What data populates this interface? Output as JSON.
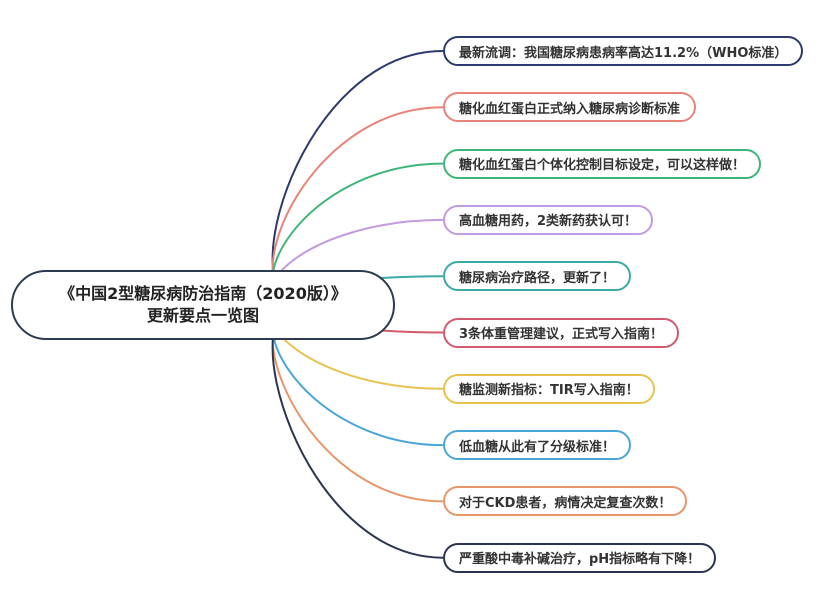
{
  "root": {
    "line1": "《中国2型糖尿病防治指南（2020版）》",
    "line2": "更新要点一览图"
  },
  "branches": [
    {
      "label": "最新流调：我国糖尿病患病率高达11.2%（WHO标准）",
      "color": "#2d3a6e"
    },
    {
      "label": "糖化血红蛋白正式纳入糖尿病诊断标准",
      "color": "#e8837a"
    },
    {
      "label": "糖化血红蛋白个体化控制目标设定，可以这样做！",
      "color": "#3fb57a"
    },
    {
      "label": "高血糖用药，2类新药获认可！",
      "color": "#c39be0"
    },
    {
      "label": "糖尿病治疗路径，更新了！",
      "color": "#3aa9a8"
    },
    {
      "label": "3条体重管理建议，正式写入指南！",
      "color": "#d25a6e"
    },
    {
      "label": "糖监测新指标：TIR写入指南！",
      "color": "#e8c24e"
    },
    {
      "label": "低血糖从此有了分级标准！",
      "color": "#4aa6d8"
    },
    {
      "label": "对于CKD患者，病情决定复查次数！",
      "color": "#e8956a"
    },
    {
      "label": "严重酸中毒补碱治疗，pH指标略有下降！",
      "color": "#2b3450"
    }
  ]
}
